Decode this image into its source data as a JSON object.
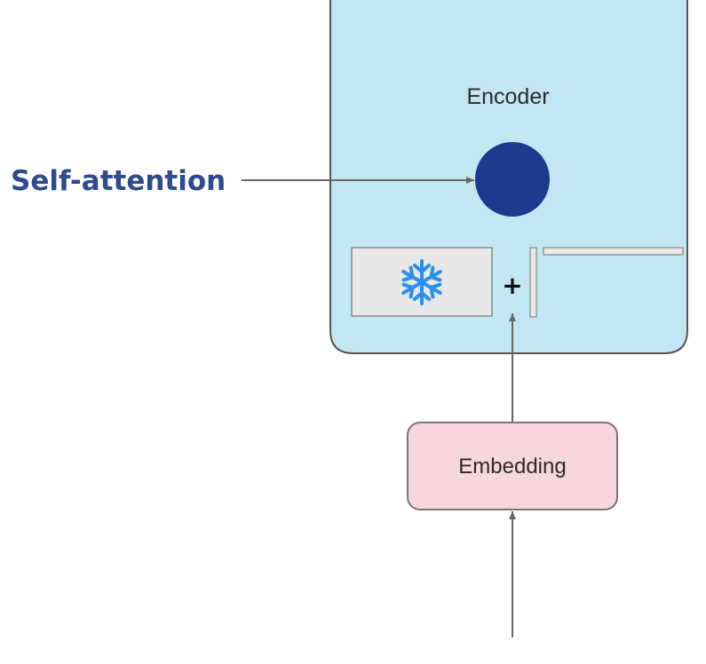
{
  "encoder": {
    "label": "Encoder",
    "fill": "#c3e6f3",
    "stroke": "#555555"
  },
  "self_attention": {
    "label": "Self-attention",
    "label_color": "#2d4a8c",
    "node_color": "#1b3a8e"
  },
  "frozen_block": {
    "icon": "snowflake-icon",
    "icon_color": "#2b8ff0",
    "fill": "#e8e8e8"
  },
  "combiner": {
    "symbol": "+"
  },
  "embedding": {
    "label": "Embedding",
    "fill": "#f7d6de",
    "stroke": "#777777"
  }
}
